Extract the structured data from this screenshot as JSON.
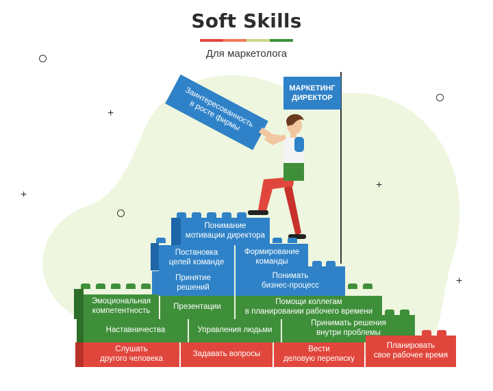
{
  "header": {
    "title": "Soft Skills",
    "subtitle": "Для маркетолога",
    "underline_colors": [
      "#e1463c",
      "#f07a5a",
      "#c9d98a",
      "#3f8f3a"
    ]
  },
  "flag": {
    "label_line1": "МАРКЕТИНГ",
    "label_line2": "ДИРЕКТОР"
  },
  "carried_brick": {
    "line1": "Заинтересованность",
    "line2": "в росте фирмы"
  },
  "blue_bricks": {
    "top_line1": "Понимание",
    "top_line2": "мотивации директора",
    "b2_line1": "Постановка",
    "b2_line2": "целей команде",
    "b3_line1": "Формирование",
    "b3_line2": "команды",
    "b4_line1": "Принятие",
    "b4_line2": "решений",
    "b5_line1": "Понимать",
    "b5_line2": "бизнес-процесс"
  },
  "green_bricks": {
    "g1_line1": "Эмоциональная",
    "g1_line2": "компетентность",
    "g2": "Презентации",
    "g3_line1": "Помощи коллегам",
    "g3_line2": "в планировании рабочего времени",
    "g4": "Наставничества",
    "g5": "Управления людьми",
    "g6_line1": "Принимать решения",
    "g6_line2": "внутри проблемы"
  },
  "red_bricks": {
    "r1_line1": "Слушать",
    "r1_line2": "другого человека",
    "r2": "Задавать вопросы",
    "r3_line1": "Вести",
    "r3_line2": "деловую переписку",
    "r4_line1": "Планировать",
    "r4_line2": "свое рабочее время"
  },
  "colors": {
    "blue": "#2f82c7",
    "green": "#3f8f3a",
    "red": "#e1463c",
    "background_blob": "#eef6df"
  }
}
